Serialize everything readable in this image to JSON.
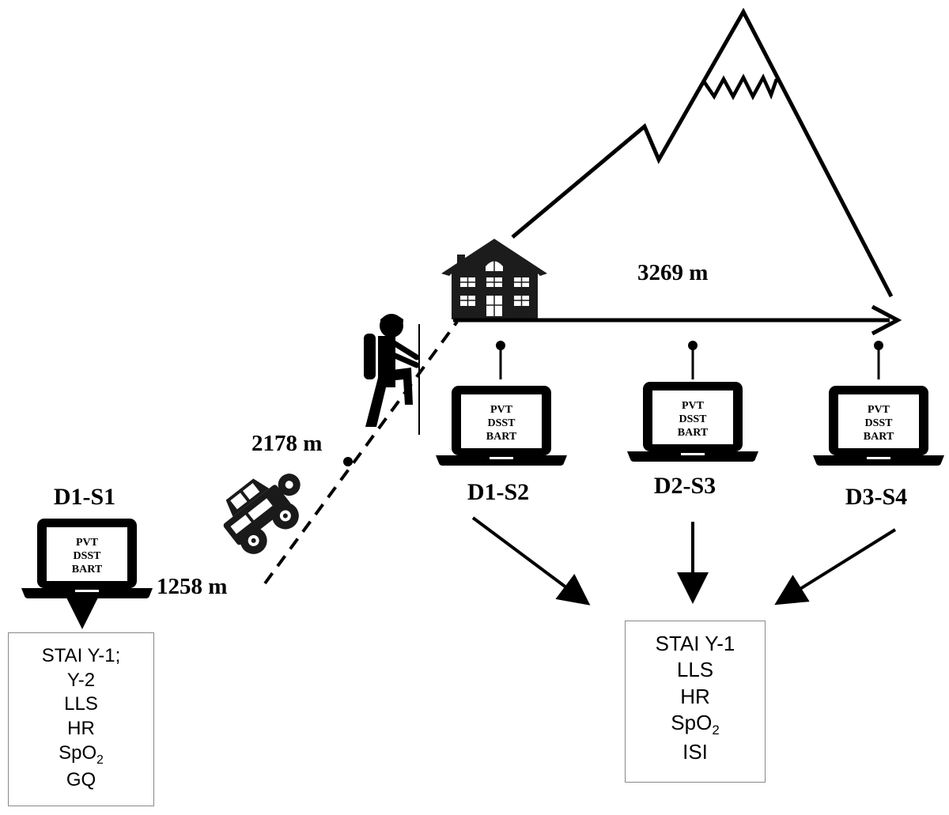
{
  "altitudes": {
    "base": "1258 m",
    "intermediate": "2178 m",
    "summit_hut": "3269 m"
  },
  "sessions": [
    {
      "label": "D1-S1",
      "tests": [
        "PVT",
        "DSST",
        "BART"
      ]
    },
    {
      "label": "D1-S2",
      "tests": [
        "PVT",
        "DSST",
        "BART"
      ]
    },
    {
      "label": "D2-S3",
      "tests": [
        "PVT",
        "DSST",
        "BART"
      ]
    },
    {
      "label": "D3-S4",
      "tests": [
        "PVT",
        "DSST",
        "BART"
      ]
    }
  ],
  "measures_baseline": {
    "line1": "STAI Y-1;",
    "line2": "Y-2",
    "line3": "LLS",
    "line4": "HR",
    "line5_main": "SpO",
    "line5_sub": "2",
    "line6": "GQ"
  },
  "measures_altitude": {
    "line1": "STAI Y-1",
    "line2": "LLS",
    "line3": "HR",
    "line4_main": "SpO",
    "line4_sub": "2",
    "line5": "ISI"
  },
  "icons": [
    "mountain-icon",
    "hut-icon",
    "climber-icon",
    "jeep-icon",
    "laptop-icon"
  ],
  "colors": {
    "ink": "#000000",
    "box_border": "#888888",
    "background": "#ffffff"
  }
}
